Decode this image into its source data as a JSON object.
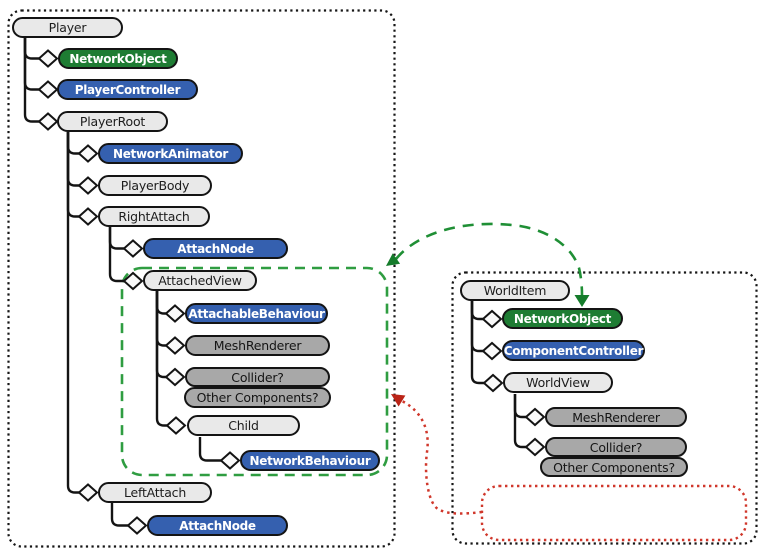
{
  "diagram": {
    "left_panel": {
      "nodes": {
        "player": "Player",
        "network_object": "NetworkObject",
        "player_controller": "PlayerController",
        "player_root": "PlayerRoot",
        "network_animator": "NetworkAnimator",
        "player_body": "PlayerBody",
        "right_attach": "RightAttach",
        "attach_node_right": "AttachNode",
        "attached_view": "AttachedView",
        "attachable_behaviour": "AttachableBehaviour",
        "mesh_renderer": "MeshRenderer",
        "collider": "Collider?",
        "other_components": "Other Components?",
        "child": "Child",
        "network_behaviour": "NetworkBehaviour",
        "left_attach": "LeftAttach",
        "attach_node_left": "AttachNode"
      }
    },
    "right_panel": {
      "nodes": {
        "world_item": "WorldItem",
        "network_object": "NetworkObject",
        "component_controller": "ComponentController",
        "world_view": "WorldView",
        "mesh_renderer": "MeshRenderer",
        "collider": "Collider?",
        "other_components": "Other Components?"
      }
    },
    "colors": {
      "gameobject_fill": "#e9e9e9",
      "component_fill": "#a8a8a8",
      "network_green": "#1e7c33",
      "behaviour_blue": "#3560af",
      "outline_black": "#141414",
      "highlight_green": "#1f8f35",
      "highlight_red": "#cd3226"
    }
  }
}
